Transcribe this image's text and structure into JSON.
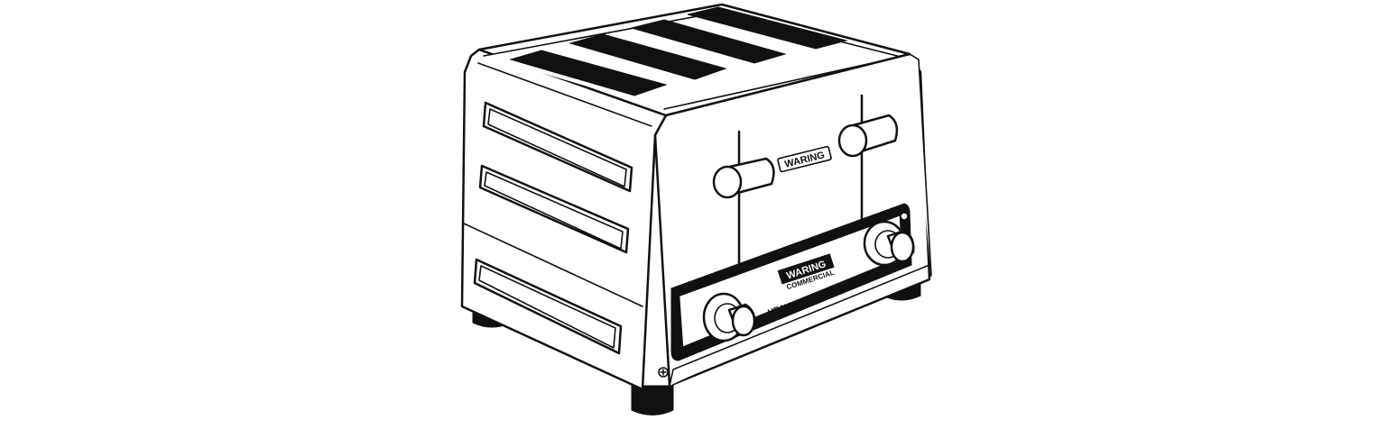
{
  "image": {
    "subject": "toaster",
    "colors": {
      "ink": "#111111",
      "paper": "#ffffff"
    }
  },
  "logos": {
    "top_brand": "WARING",
    "panel_brand": "WARING",
    "panel_sub": "COMMERCIAL"
  },
  "panel": {
    "label": "HEAVY DUTY TOASTER"
  }
}
